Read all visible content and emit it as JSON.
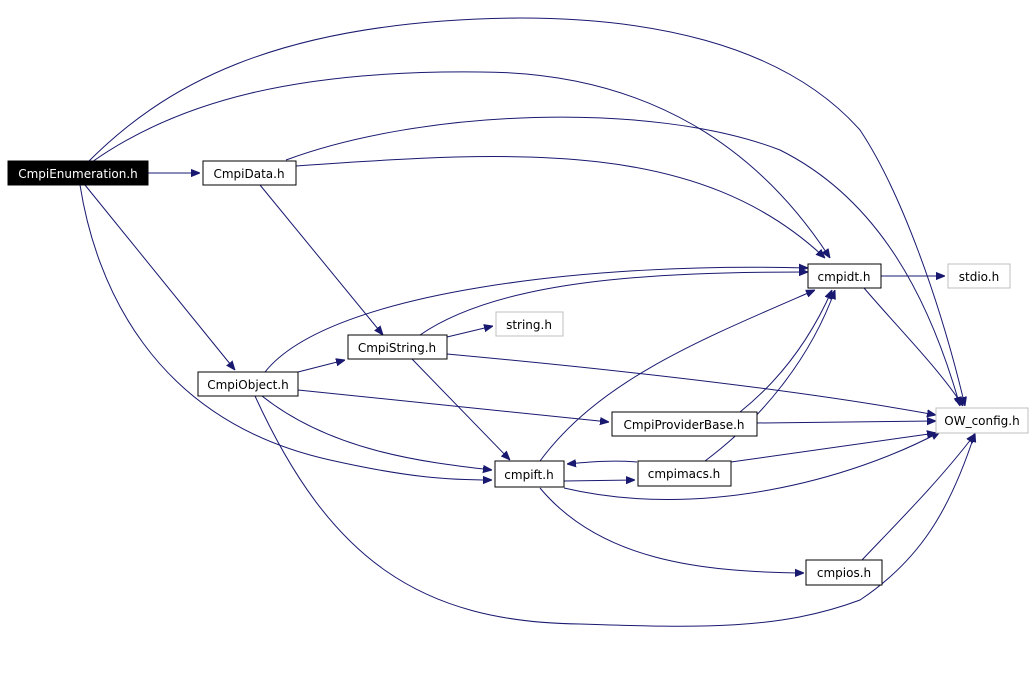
{
  "graph": {
    "root": "CmpiEnumeration.h",
    "nodes": {
      "cmpi_enumeration": "CmpiEnumeration.h",
      "cmpi_data": "CmpiData.h",
      "cmpi_object": "CmpiObject.h",
      "cmpi_string": "CmpiString.h",
      "string_h": "string.h",
      "cmpidt": "cmpidt.h",
      "stdio_h": "stdio.h",
      "cmpi_provider_base": "CmpiProviderBase.h",
      "ow_config": "OW_config.h",
      "cmpift": "cmpift.h",
      "cmpimacs": "cmpimacs.h",
      "cmpios": "cmpios.h"
    },
    "edges": [
      [
        "CmpiEnumeration.h",
        "CmpiData.h"
      ],
      [
        "CmpiEnumeration.h",
        "CmpiObject.h"
      ],
      [
        "CmpiEnumeration.h",
        "cmpidt.h"
      ],
      [
        "CmpiEnumeration.h",
        "OW_config.h"
      ],
      [
        "CmpiEnumeration.h",
        "cmpift.h"
      ],
      [
        "CmpiData.h",
        "cmpidt.h"
      ],
      [
        "CmpiData.h",
        "OW_config.h"
      ],
      [
        "CmpiData.h",
        "CmpiString.h"
      ],
      [
        "CmpiObject.h",
        "CmpiString.h"
      ],
      [
        "CmpiObject.h",
        "cmpidt.h"
      ],
      [
        "CmpiObject.h",
        "CmpiProviderBase.h"
      ],
      [
        "CmpiObject.h",
        "cmpift.h"
      ],
      [
        "CmpiObject.h",
        "OW_config.h"
      ],
      [
        "CmpiString.h",
        "string.h"
      ],
      [
        "CmpiString.h",
        "cmpidt.h"
      ],
      [
        "CmpiString.h",
        "OW_config.h"
      ],
      [
        "CmpiString.h",
        "cmpift.h"
      ],
      [
        "cmpidt.h",
        "stdio.h"
      ],
      [
        "cmpidt.h",
        "OW_config.h"
      ],
      [
        "CmpiProviderBase.h",
        "cmpidt.h"
      ],
      [
        "CmpiProviderBase.h",
        "OW_config.h"
      ],
      [
        "cmpift.h",
        "cmpidt.h"
      ],
      [
        "cmpift.h",
        "cmpimacs.h"
      ],
      [
        "cmpift.h",
        "OW_config.h"
      ],
      [
        "cmpift.h",
        "cmpios.h"
      ],
      [
        "cmpimacs.h",
        "cmpift.h"
      ],
      [
        "cmpimacs.h",
        "cmpidt.h"
      ],
      [
        "cmpimacs.h",
        "OW_config.h"
      ],
      [
        "cmpios.h",
        "OW_config.h"
      ]
    ],
    "colors": {
      "edge": "#191970",
      "root_fill": "#000000",
      "root_text": "#ffffff",
      "node_border": "#000000",
      "external_border": "#bfbfbf"
    }
  }
}
